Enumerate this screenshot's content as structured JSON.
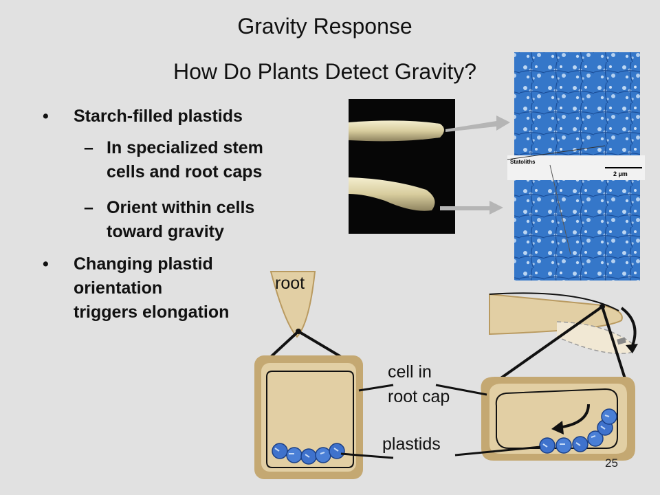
{
  "slide": {
    "title": "Gravity Response",
    "subtitle": "How Do Plants Detect Gravity?",
    "page_number": "25"
  },
  "bullets": [
    {
      "marker": "•",
      "text": "Starch-filled plastids"
    },
    {
      "marker": "–",
      "lines": [
        "In specialized stem",
        "cells and root caps"
      ]
    },
    {
      "marker": "–",
      "lines": [
        "Orient within cells",
        "toward gravity"
      ]
    },
    {
      "marker": "•",
      "lines": [
        "Changing plastid",
        "orientation",
        "triggers elongation"
      ]
    }
  ],
  "diagram_labels": {
    "root": "root",
    "cell_line1": "cell in",
    "cell_line2": "root cap",
    "plastids": "plastids"
  },
  "micrograph": {
    "statoliths_label": "Statoliths",
    "scale_label": "2 µm"
  },
  "colors": {
    "background": "#e1e1e1",
    "cell_fill": "#e2cfa4",
    "cell_border": "#c4a872",
    "plastid": "#3f72cc",
    "micrograph_blue": "#3f7fd0"
  }
}
